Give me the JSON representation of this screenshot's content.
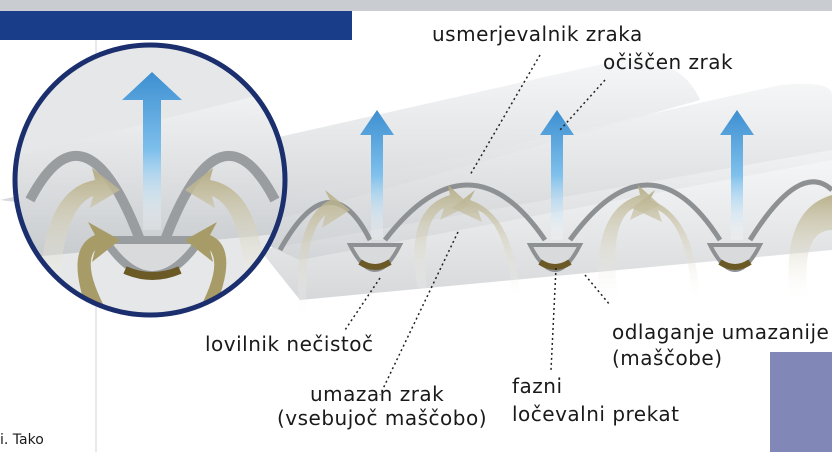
{
  "labels": {
    "air_deflector": "usmerjevalnik zraka",
    "clean_air": "očiščen zrak",
    "dirt_trap": "lovilnik nečistoč",
    "dirt_deposit_1": "odlaganje umazanije",
    "dirt_deposit_2": "(maščobe)",
    "dirty_air_1": "umazan zrak",
    "dirty_air_2": "(vsebujoč maščobo)",
    "phase_1": "fazni",
    "phase_2": "ločevalni prekat"
  },
  "side_text": "i. Tako",
  "colors": {
    "header": "#1a3d8a",
    "circle_border": "#1b2f6e",
    "clean_arrow": "#4aa3e0",
    "dirty_arrow": "#b8b08a",
    "cylinder": "#d7d9db",
    "deflector": "#8e9194",
    "corner_box": "#8187b6"
  },
  "icons": [
    "clean-air-arrow-icon",
    "dirty-air-arrow-icon"
  ]
}
